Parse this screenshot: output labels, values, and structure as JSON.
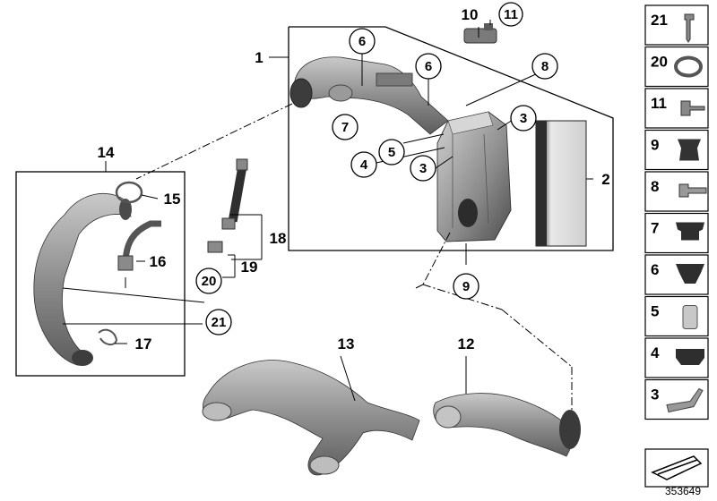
{
  "labels": {
    "n1": "1",
    "n2": "2",
    "n3a": "3",
    "n3b": "3",
    "n4": "4",
    "n5": "5",
    "n6a": "6",
    "n6b": "6",
    "n7": "7",
    "n8": "8",
    "n9": "9",
    "n10": "10",
    "n11": "11",
    "n12": "12",
    "n13": "13",
    "n14": "14",
    "n15": "15",
    "n16": "16",
    "n17": "17",
    "n18": "18",
    "n19": "19",
    "n20": "20",
    "n21": "21"
  },
  "side_parts": [
    "21",
    "20",
    "11",
    "9",
    "8",
    "7",
    "6",
    "5",
    "4",
    "3"
  ],
  "reference_number": "353649",
  "icons": {
    "air_filter": "air-filter-element-icon",
    "intake_duct": "intake-duct-icon"
  },
  "colors": {
    "part_fill": "#8c8c8c",
    "part_dark": "#555555",
    "line": "#000000"
  }
}
